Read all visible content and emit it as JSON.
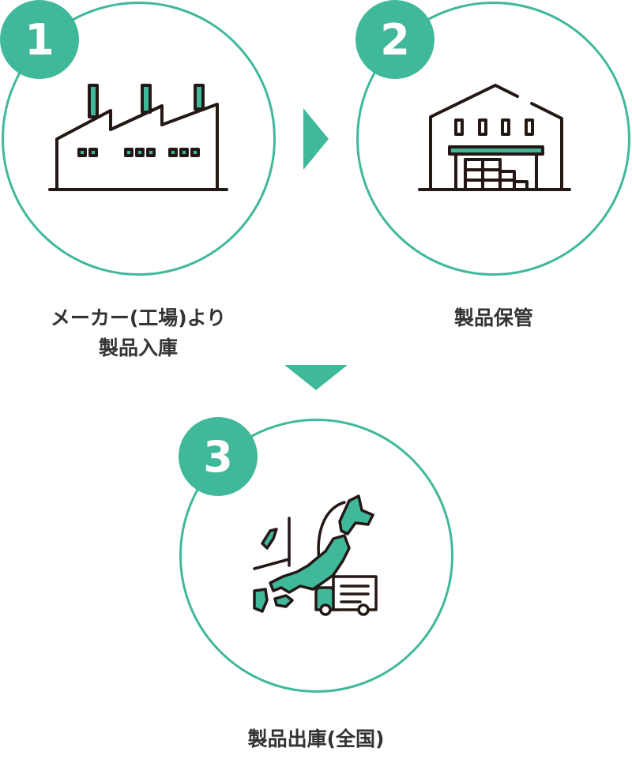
{
  "steps": [
    {
      "number": "1",
      "label_line1": "メーカー(工場)より",
      "label_line2": "製品入庫"
    },
    {
      "number": "2",
      "label_line1": "製品保管"
    },
    {
      "number": "3",
      "label_line1": "製品出庫(全国)"
    }
  ],
  "colors": {
    "accent": "#40b89a",
    "text": "#333333",
    "icon_line": "#231815"
  },
  "icons": [
    "factory-icon",
    "warehouse-icon",
    "japan-map-truck-icon"
  ]
}
